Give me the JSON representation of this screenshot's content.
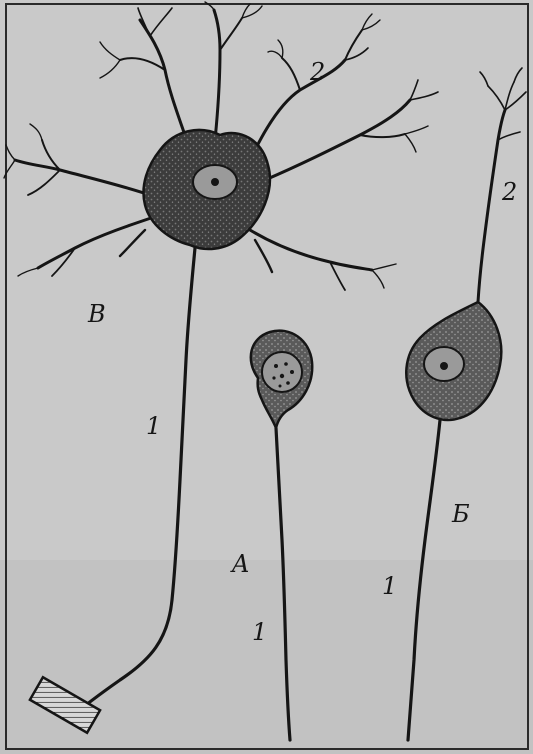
{
  "figure": {
    "labels": {
      "cell_b": "B",
      "cell_a": "A",
      "cell_b_cyr": "Б",
      "dendrite_top": "2",
      "dendrite_right": "2",
      "axon_b": "1",
      "axon_a": "1",
      "axon_right": "1"
    },
    "colors": {
      "background": "#c9c9c9",
      "ink": "#151515",
      "soma_fill": "#4a4a4a",
      "nucleus_fill": "#9a9a9a"
    },
    "icons": {
      "neuron_b": "multipolar-neuron-icon",
      "neuron_a": "unipolar-neuron-icon",
      "neuron_bcyr": "bipolar-neuron-icon",
      "effector": "muscle-ending-icon"
    }
  }
}
